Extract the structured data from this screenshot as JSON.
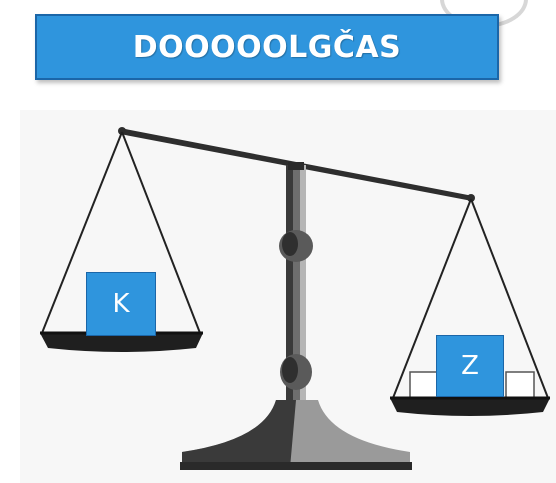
{
  "title": "DOOOOOLGČAS",
  "left_pan_label": "K",
  "right_pan_label": "Z",
  "colors": {
    "title_bg": "#2f95dd",
    "title_border": "#1b66a8",
    "label_bg": "#2f95dd",
    "scale_dark": "#3a3a3a",
    "scale_light": "#9a9a9a"
  },
  "icons": [
    "balance-scale-icon"
  ]
}
